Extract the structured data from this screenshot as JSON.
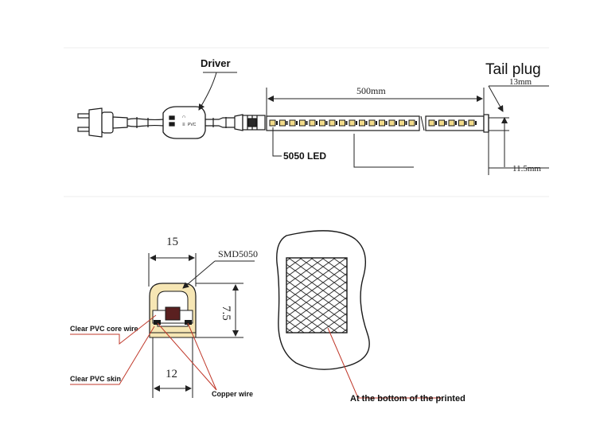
{
  "top": {
    "driver_label": "Driver",
    "tail_plug_label": "Tail plug",
    "length_label": "500mm",
    "led_label": "5050 LED",
    "dim_13": "13mm",
    "dim_115": "11.5mm",
    "driver_marks": [
      "∩",
      "≡",
      "PVC"
    ]
  },
  "bottom": {
    "width_top": "15",
    "width_bottom": "12",
    "height": "7.5",
    "smd_label": "SMD5050",
    "core_wire_label": "Clear PVC core wire",
    "skin_label": "Clear PVC skin",
    "copper_label": "Copper wire",
    "printed_label": "At the bottom of the printed"
  },
  "colors": {
    "line": "#1a1a1a",
    "red_leader": "#c0392b",
    "led_yellow": "#f3dc8a",
    "profile_fill": "#f6e6b4",
    "divider": "#e8e8e8"
  }
}
